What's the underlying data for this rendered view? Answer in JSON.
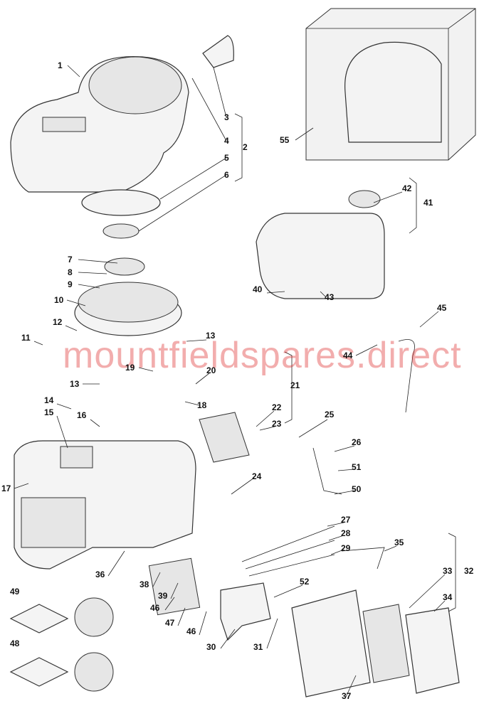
{
  "watermark": "mountfieldspares.direct",
  "callouts": [
    {
      "id": "c1",
      "text": "1"
    },
    {
      "id": "c3",
      "text": "3"
    },
    {
      "id": "c4",
      "text": "4"
    },
    {
      "id": "c2",
      "text": "2"
    },
    {
      "id": "c5",
      "text": "5"
    },
    {
      "id": "c6",
      "text": "6"
    },
    {
      "id": "c55",
      "text": "55"
    },
    {
      "id": "c42",
      "text": "42"
    },
    {
      "id": "c41",
      "text": "41"
    },
    {
      "id": "c7",
      "text": "7"
    },
    {
      "id": "c8",
      "text": "8"
    },
    {
      "id": "c9",
      "text": "9"
    },
    {
      "id": "c10",
      "text": "10"
    },
    {
      "id": "c40",
      "text": "40"
    },
    {
      "id": "c43",
      "text": "43"
    },
    {
      "id": "c45",
      "text": "45"
    },
    {
      "id": "c12",
      "text": "12"
    },
    {
      "id": "c13a",
      "text": "13"
    },
    {
      "id": "c11",
      "text": "11"
    },
    {
      "id": "c44",
      "text": "44"
    },
    {
      "id": "c19",
      "text": "19"
    },
    {
      "id": "c20",
      "text": "20"
    },
    {
      "id": "c13b",
      "text": "13"
    },
    {
      "id": "c21",
      "text": "21"
    },
    {
      "id": "c18",
      "text": "18"
    },
    {
      "id": "c22",
      "text": "22"
    },
    {
      "id": "c23",
      "text": "23"
    },
    {
      "id": "c14",
      "text": "14"
    },
    {
      "id": "c15",
      "text": "15"
    },
    {
      "id": "c16",
      "text": "16"
    },
    {
      "id": "c25",
      "text": "25"
    },
    {
      "id": "c26",
      "text": "26"
    },
    {
      "id": "c51",
      "text": "51"
    },
    {
      "id": "c17",
      "text": "17"
    },
    {
      "id": "c24",
      "text": "24"
    },
    {
      "id": "c50",
      "text": "50"
    },
    {
      "id": "c27",
      "text": "27"
    },
    {
      "id": "c28",
      "text": "28"
    },
    {
      "id": "c29",
      "text": "29"
    },
    {
      "id": "c35",
      "text": "35"
    },
    {
      "id": "c32",
      "text": "32"
    },
    {
      "id": "c33",
      "text": "33"
    },
    {
      "id": "c34",
      "text": "34"
    },
    {
      "id": "c36",
      "text": "36"
    },
    {
      "id": "c38",
      "text": "38"
    },
    {
      "id": "c39",
      "text": "39"
    },
    {
      "id": "c52",
      "text": "52"
    },
    {
      "id": "c49",
      "text": "49"
    },
    {
      "id": "c46a",
      "text": "46"
    },
    {
      "id": "c47",
      "text": "47"
    },
    {
      "id": "c46b",
      "text": "46"
    },
    {
      "id": "c30",
      "text": "30"
    },
    {
      "id": "c31",
      "text": "31"
    },
    {
      "id": "c48",
      "text": "48"
    },
    {
      "id": "c37",
      "text": "37"
    }
  ]
}
